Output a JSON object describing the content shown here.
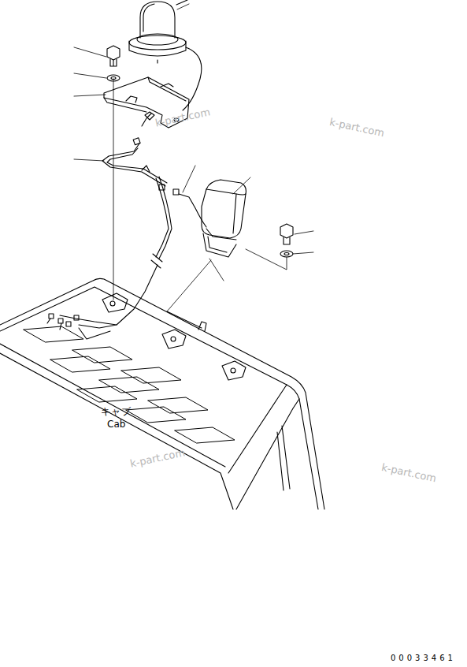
{
  "diagram": {
    "labels": [
      "キャブ",
      "Cab",
      "k-part.com",
      "k-part.com",
      "k-part.com",
      "k-part.com",
      "00033461"
    ]
  }
}
